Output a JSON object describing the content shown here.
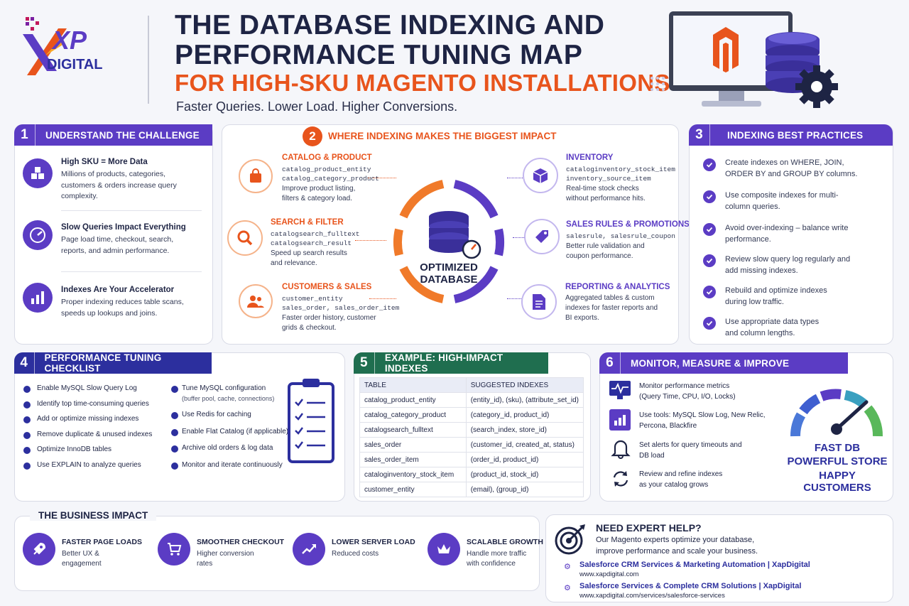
{
  "logo": {
    "brand": "XP",
    "sub": "DIGITAL"
  },
  "header": {
    "title_line1": "THE DATABASE INDEXING AND",
    "title_line2": "PERFORMANCE TUNING MAP",
    "title_line3": "FOR HIGH-SKU MAGENTO INSTALLATIONS",
    "tagline": "Faster Queries. Lower Load. Higher Conversions."
  },
  "s1": {
    "num": "1",
    "title": "UNDERSTAND THE CHALLENGE",
    "items": [
      {
        "icon": "cubes-icon",
        "title": "High SKU = More Data",
        "text": "Millions of products, categories, customers & orders increase query complexity."
      },
      {
        "icon": "speedometer-icon",
        "title": "Slow Queries Impact Everything",
        "text": "Page load time, checkout, search, reports, and admin performance."
      },
      {
        "icon": "bar-chart-icon",
        "title": "Indexes Are Your Accelerator",
        "text": "Proper indexing reduces table scans, speeds up lookups and joins."
      }
    ]
  },
  "s2": {
    "num": "2",
    "title": "WHERE INDEXING MAKES THE BIGGEST IMPACT",
    "center": {
      "line1": "OPTIMIZED",
      "line2": "DATABASE"
    },
    "left": [
      {
        "icon": "shopping-bag-icon",
        "title": "CATALOG & PRODUCT",
        "tables": [
          "catalog_product_entity",
          "catalog_category_product"
        ],
        "text": "Improve product listing, filters & category load."
      },
      {
        "icon": "search-icon",
        "title": "SEARCH & FILTER",
        "tables": [
          "catalogsearch_fulltext",
          "catalogsearch_result"
        ],
        "text": "Speed up search results and relevance."
      },
      {
        "icon": "customers-icon",
        "title": "CUSTOMERS & SALES",
        "tables": [
          "customer_entity",
          "sales_order,  sales_order_item"
        ],
        "text": "Faster order history, customer grids & checkout."
      }
    ],
    "right": [
      {
        "icon": "box-icon",
        "title": "INVENTORY",
        "tables": [
          "cataloginventory_stock_item",
          "inventory_source_item"
        ],
        "text": "Real-time stock checks without performance hits."
      },
      {
        "icon": "tag-icon",
        "title": "SALES RULES & PROMOTIONS",
        "tables": [
          "salesrule,  salesrule_coupon"
        ],
        "text": "Better rule validation and coupon performance."
      },
      {
        "icon": "document-icon",
        "title": "REPORTING & ANALYTICS",
        "tables": [],
        "text": "Aggregated tables & custom indexes for faster reports and BI exports."
      }
    ]
  },
  "s3": {
    "num": "3",
    "title": "INDEXING BEST PRACTICES",
    "items": [
      "Create indexes on WHERE, JOIN, ORDER BY and GROUP BY columns.",
      "Use composite indexes for multi-column queries.",
      "Avoid over-indexing – balance write performance.",
      "Review slow query log regularly and add missing indexes.",
      "Rebuild and optimize indexes during low traffic.",
      "Use appropriate data types and column lengths."
    ]
  },
  "s4": {
    "num": "4",
    "title": "PERFORMANCE TUNING CHECKLIST",
    "col1": [
      "Enable MySQL Slow Query Log",
      "Identify top time-consuming queries",
      "Add or optimize missing indexes",
      "Remove duplicate & unused indexes",
      "Optimize InnoDB tables",
      "Use EXPLAIN to analyze queries"
    ],
    "col2_first": "Tune MySQL configuration",
    "col2_first_sub": "(buffer pool, cache, connections)",
    "col2": [
      "Use Redis for caching",
      "Enable Flat Catalog (if applicable)",
      "Archive old orders & log data",
      "Monitor and iterate continuously"
    ]
  },
  "s5": {
    "num": "5",
    "title": "EXAMPLE: HIGH-IMPACT INDEXES",
    "headers": [
      "TABLE",
      "SUGGESTED INDEXES"
    ],
    "rows": [
      [
        "catalog_product_entity",
        "(entity_id), (sku), (attribute_set_id)"
      ],
      [
        "catalog_category_product",
        "(category_id, product_id)"
      ],
      [
        "catalogsearch_fulltext",
        "(search_index, store_id)"
      ],
      [
        "sales_order",
        "(customer_id, created_at, status)"
      ],
      [
        "sales_order_item",
        "(order_id, product_id)"
      ],
      [
        "cataloginventory_stock_item",
        "(product_id, stock_id)"
      ],
      [
        "customer_entity",
        "(email), (group_id)"
      ]
    ]
  },
  "s6": {
    "num": "6",
    "title": "MONITOR, MEASURE & IMPROVE",
    "items": [
      {
        "icon": "monitor-pulse-icon",
        "text": "Monitor performance metrics (Query Time, CPU, I/O, Locks)"
      },
      {
        "icon": "bar-chart-icon",
        "text": "Use tools: MySQL Slow Log, New Relic, Percona, Blackfire"
      },
      {
        "icon": "bell-icon",
        "text": "Set alerts for query timeouts and DB load"
      },
      {
        "icon": "refresh-icon",
        "text": "Review and refine indexes as your catalog grows"
      }
    ],
    "slogan": [
      "FAST DB",
      "POWERFUL STORE",
      "HAPPY CUSTOMERS"
    ]
  },
  "impact": {
    "title": "THE BUSINESS IMPACT",
    "items": [
      {
        "icon": "rocket-icon",
        "title": "FASTER PAGE LOADS",
        "text": "Better UX & engagement"
      },
      {
        "icon": "cart-icon",
        "title": "SMOOTHER CHECKOUT",
        "text": "Higher conversion rates"
      },
      {
        "icon": "trend-icon",
        "title": "LOWER SERVER LOAD",
        "text": "Reduced costs"
      },
      {
        "icon": "crown-icon",
        "title": "SCALABLE GROWTH",
        "text": "Handle more traffic with confidence"
      }
    ]
  },
  "help": {
    "title": "NEED EXPERT HELP?",
    "text": "Our Magento experts optimize your database, improve performance and scale your business.",
    "links": [
      {
        "label": "Salesforce CRM Services & Marketing Automation | XapDigital",
        "url": "www.xapdigital.com"
      },
      {
        "label": "Salesforce Services & Complete CRM Solutions | XapDigital",
        "url": "www.xapdigital.com/services/salesforce-services"
      }
    ]
  },
  "colors": {
    "purple": "#5b3cc4",
    "navy": "#1e2444",
    "orange": "#e8541c",
    "green": "#1f6e4f",
    "blue": "#2c2f9e"
  }
}
